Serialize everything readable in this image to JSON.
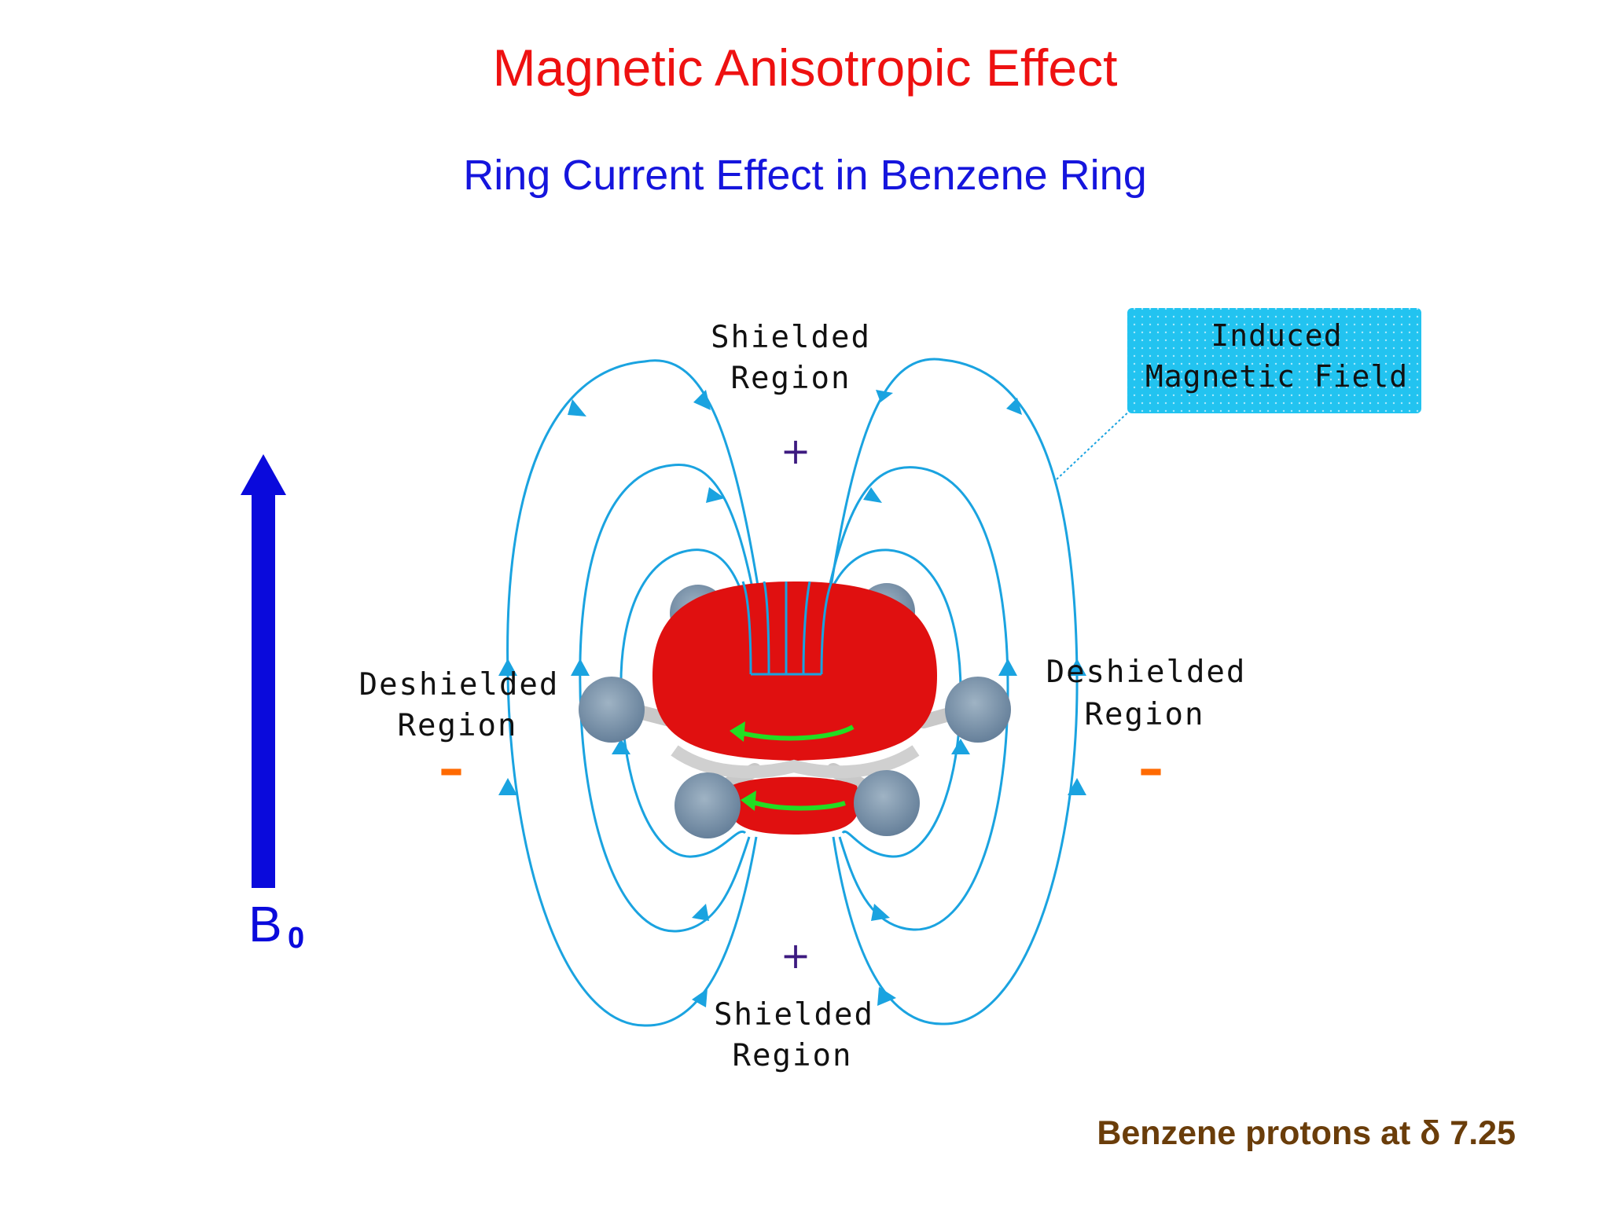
{
  "title": "Magnetic Anisotropic Effect",
  "subtitle": "Ring Current Effect in Benzene Ring",
  "labels": {
    "shielded_top_line1": "Shielded",
    "shielded_top_line2": "Region",
    "shielded_bottom_line1": "Shielded",
    "shielded_bottom_line2": "Region",
    "deshielded_left_line1": "Deshielded",
    "deshielded_left_line2": "Region",
    "deshielded_right_line1": "Deshielded",
    "deshielded_right_line2": "Region",
    "plus_sign": "+",
    "minus_sign": "–"
  },
  "callout": {
    "line1": "Induced",
    "line2": "Magnetic Field"
  },
  "field": {
    "symbol": "B",
    "subscript": "0"
  },
  "footer": "Benzene protons at δ 7.25",
  "colors": {
    "title": "#ee1111",
    "subtitle": "#1515dd",
    "field_lines": "#1aa3e0",
    "callout_bg": "#22c3f0",
    "b0_arrow": "#0a0adc",
    "ring": "#e01010",
    "hydrogen": "#7f97ab",
    "current_arrow": "#22dd22",
    "minus_sign": "#ff6a00",
    "plus_sign": "#3d1a80",
    "footer": "#6a3d0a"
  },
  "icons": {
    "field_arrow": "up-arrow-icon",
    "current_arrow": "curved-arrow-icon"
  }
}
